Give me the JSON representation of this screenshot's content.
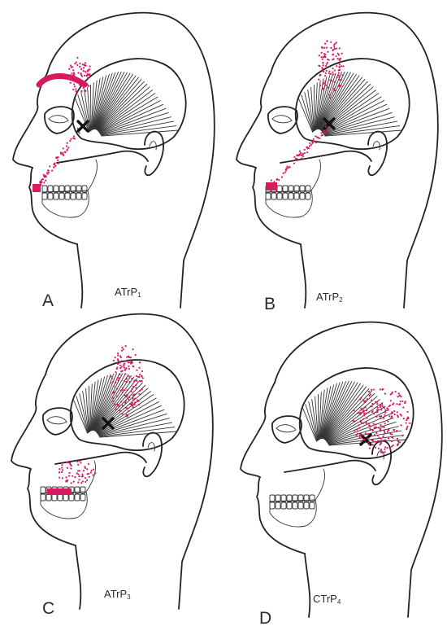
{
  "accent_color": "#d81b60",
  "panels": [
    {
      "letter": "A",
      "code": "ATrP",
      "sub": "1",
      "icon": "head-skull-temporalis-icon"
    },
    {
      "letter": "B",
      "code": "ATrP",
      "sub": "2",
      "icon": "head-skull-temporalis-icon"
    },
    {
      "letter": "C",
      "code": "ATrP",
      "sub": "3",
      "icon": "head-skull-temporalis-icon"
    },
    {
      "letter": "D",
      "code": "CTrP",
      "sub": "4",
      "icon": "head-skull-temporalis-icon"
    }
  ]
}
